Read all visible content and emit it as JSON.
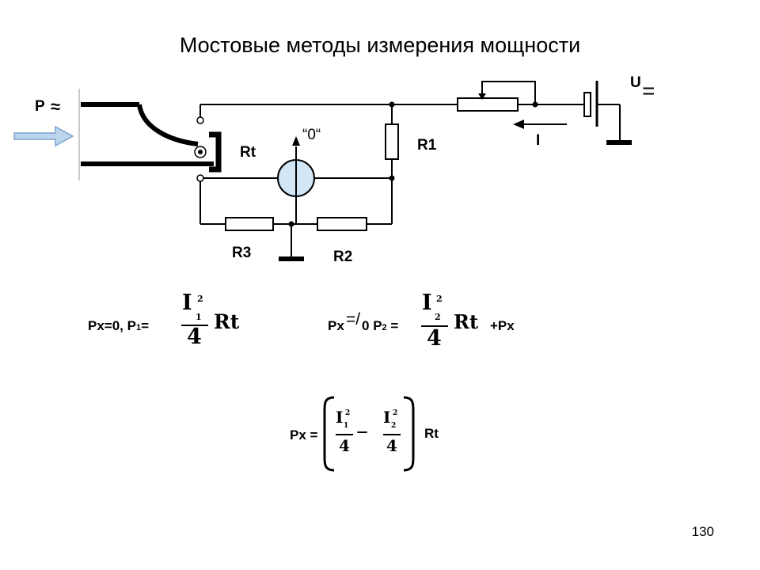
{
  "slide": {
    "title": "Мостовые методы измерения мощности",
    "page_number": "130"
  },
  "circuit": {
    "input_label": "P",
    "input_symbol": "≈",
    "rt_label": "Rt",
    "zero_label": "“0“",
    "r1_label": "R1",
    "r2_label": "R2",
    "r3_label": "R3",
    "current_label": "I",
    "voltage_label": "U",
    "voltage_symbol": "="
  },
  "formulas": {
    "f1": {
      "prefix": "Px=0, P",
      "sub": "1",
      "eq": "=",
      "num": "I",
      "num_sup": "2",
      "num_sub": "1",
      "den": "4",
      "tail": "Rt"
    },
    "f2": {
      "prefix": "Px",
      "neq": "=/",
      "zero": "0",
      "p": "P",
      "sub": "2",
      "eq": "=",
      "num": "I",
      "num_sup": "2",
      "num_sub": "2",
      "den": "4",
      "tail": "Rt",
      "plus": "+Px"
    },
    "f3": {
      "prefix": "Px =",
      "a_num": "I",
      "a_sup": "2",
      "a_sub": "1",
      "a_den": "4",
      "minus": "–",
      "b_num": "I",
      "b_sup": "2",
      "b_sub": "2",
      "b_den": "4",
      "tail": "Rt"
    }
  }
}
